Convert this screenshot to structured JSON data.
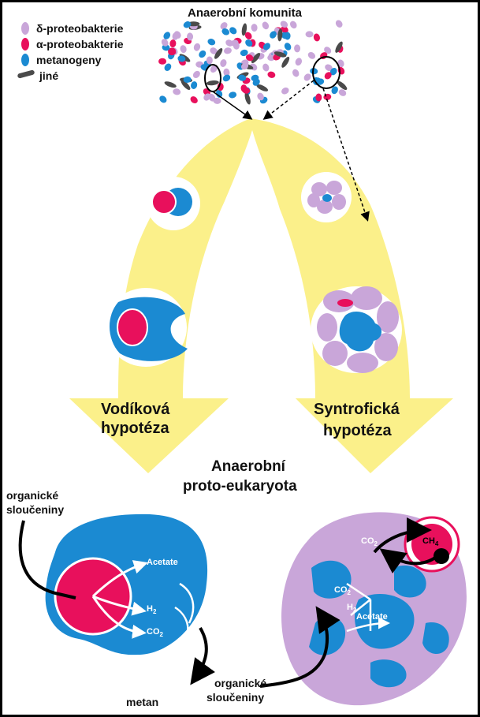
{
  "title": "Anaerobní komunita",
  "legend": [
    {
      "label": "δ-proteobakterie",
      "color": "#c9a6d9",
      "icon": "delta-proteobacteria-icon"
    },
    {
      "label": "α-proteobakterie",
      "color": "#e8105c",
      "icon": "alpha-proteobacteria-icon"
    },
    {
      "label": "metanogeny",
      "color": "#1b8ad2",
      "icon": "methanogen-icon"
    },
    {
      "label": "jiné",
      "color": "#4a4a4a",
      "icon": "other-bacteria-icon"
    }
  ],
  "hypotheses": {
    "left": {
      "line1": "Vodíková",
      "line2": "hypotéza"
    },
    "right": {
      "line1": "Syntrofická",
      "line2": "hypotéza"
    }
  },
  "center": {
    "line1": "Anaerobní",
    "line2": "proto-eukaryota"
  },
  "left_cell": {
    "input_line1": "organické",
    "input_line2": "sloučeniny",
    "acetate": "Acetate",
    "h2": "H",
    "h2_sub": "2",
    "co2": "CO",
    "co2_sub": "2",
    "output": "metan"
  },
  "right_cell": {
    "co2_a": "CO",
    "co2_a_sub": "2",
    "ch4": "CH",
    "ch4_sub": "4",
    "co2_b": "CO",
    "co2_b_sub": "2",
    "h2": "H",
    "h2_sub": "2",
    "acetate": "Acetate",
    "input_line1": "organické",
    "input_line2": "sloučeniny"
  },
  "colors": {
    "frame": "#000000",
    "yellow": "#fbf08a",
    "blue": "#1b8ad2",
    "pink": "#e8105c",
    "lilac": "#c9a6d9"
  }
}
